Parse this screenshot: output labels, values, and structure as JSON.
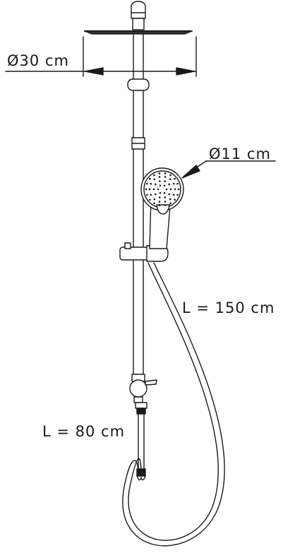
{
  "labels": {
    "head_diameter": "Ø30 cm",
    "hand_diameter": "Ø11 cm",
    "hose_long": "L = 150 cm",
    "hose_short": "L = 80 cm"
  },
  "colors": {
    "line": "#1a1a1a",
    "background": "#ffffff"
  }
}
